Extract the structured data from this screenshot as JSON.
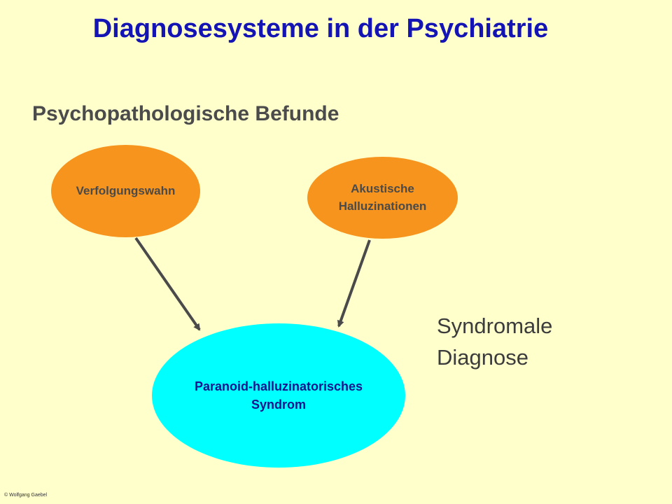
{
  "slide": {
    "title": "Diagnosesysteme in der Psychiatrie",
    "subtitle": "Psychopathologische Befunde",
    "nodes": {
      "verfolgungswahn": "Verfolgungswahn",
      "halluzinationen": "Akustische\nHalluzinationen",
      "syndrom": "Paranoid-halluzinatorisches\nSyndrom"
    },
    "side_label": "Syndromale\nDiagnose",
    "copyright": "© Wolfgang Gaebel"
  },
  "colors": {
    "background": "#FFFFCC",
    "title": "#1414B4",
    "finding_node": "#F7941D",
    "syndrome_node": "#00FFFF",
    "arrow": "#4A4A4A"
  }
}
